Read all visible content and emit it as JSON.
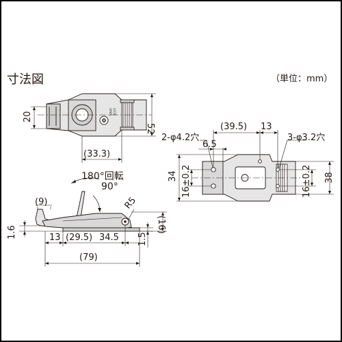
{
  "title": "寸法図",
  "unit": "（単位：mm）",
  "top_view": {
    "height_20": "20",
    "height_52": "52",
    "width_33_3": "(33.3)",
    "stamp_open": "OPEN",
    "stamp_lock": "LOCK"
  },
  "side_view": {
    "rotation_180": "180°回転",
    "rotation_90": "90°",
    "dim_9": "(9)",
    "radius_r5": "R5",
    "dim_1_6": "1.6",
    "dim_13": "13",
    "dim_29_5": "(29.5)",
    "dim_34_5": "34.5",
    "dim_1_5": "1.5",
    "dim_16": "(16)",
    "dim_79": "(79)"
  },
  "base_view": {
    "dim_39_5": "(39.5)",
    "dim_13": "13",
    "holes_4_2": "2-φ4.2穴",
    "holes_3_2": "3-φ3.2穴",
    "dim_6_5": "6.5",
    "dim_34": "34",
    "tol_left": "16±0.2",
    "tol_right": "16±0.2",
    "dim_38": "38"
  },
  "colors": {
    "line": "#231815",
    "fill_light": "#e6e6e6",
    "fill_mid": "#cfcfcf",
    "fill_dark": "#9a9a9a",
    "frame": "#000000"
  }
}
